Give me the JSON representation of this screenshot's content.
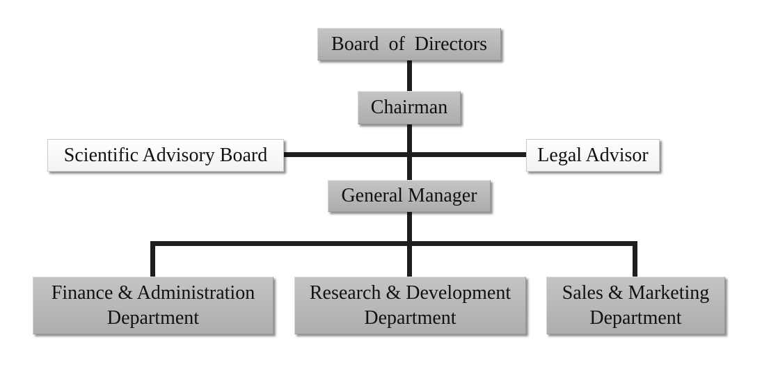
{
  "nodes": {
    "board": "Board  of  Directors",
    "chairman": "Chairman",
    "scientific_advisory": "Scientific Advisory Board",
    "legal_advisor": "Legal Advisor",
    "general_manager": "General Manager",
    "finance": {
      "line1": "Finance & Administration",
      "line2": "Department"
    },
    "research": {
      "line1": "Research & Development",
      "line2": "Department"
    },
    "sales": {
      "line1": "Sales & Marketing",
      "line2": "Department"
    }
  },
  "colors": {
    "box_gray": "#b8b8b8",
    "box_white": "#ffffff",
    "connector": "#1e1e1e",
    "text": "#111111"
  }
}
